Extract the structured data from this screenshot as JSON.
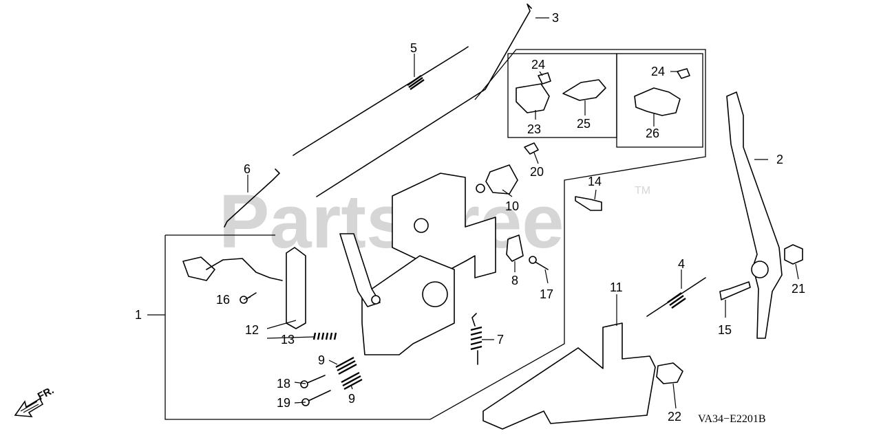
{
  "watermark": {
    "text": "PartsTree",
    "trademark": "TM"
  },
  "diagram_code": "VA34−E2201B",
  "direction_label": "FR.",
  "callouts": [
    {
      "label": "1"
    },
    {
      "label": "2"
    },
    {
      "label": "3"
    },
    {
      "label": "4"
    },
    {
      "label": "5"
    },
    {
      "label": "6"
    },
    {
      "label": "7"
    },
    {
      "label": "8"
    },
    {
      "label": "9"
    },
    {
      "label": "9"
    },
    {
      "label": "10"
    },
    {
      "label": "11"
    },
    {
      "label": "12"
    },
    {
      "label": "13"
    },
    {
      "label": "14"
    },
    {
      "label": "15"
    },
    {
      "label": "16"
    },
    {
      "label": "17"
    },
    {
      "label": "18"
    },
    {
      "label": "19"
    },
    {
      "label": "20"
    },
    {
      "label": "21"
    },
    {
      "label": "22"
    },
    {
      "label": "23"
    },
    {
      "label": "24"
    },
    {
      "label": "24"
    },
    {
      "label": "25"
    },
    {
      "label": "26"
    }
  ],
  "colors": {
    "line": "#000000",
    "watermark": "#d6d6d6",
    "background": "#ffffff"
  }
}
